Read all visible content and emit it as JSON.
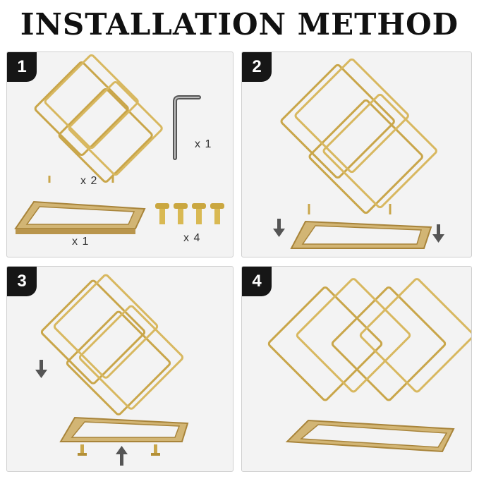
{
  "title": "INSTALLATION METHOD",
  "colors": {
    "gold": "#c9a64a",
    "gold_light": "#e6cc7e",
    "badge": "#161616",
    "panel": "#f3f3f3"
  },
  "steps": [
    {
      "number": "1",
      "labels": {
        "frames_qty": "x 2",
        "wrench_qty": "x 1",
        "base_qty": "x 1",
        "screws_qty": "x 4"
      }
    },
    {
      "number": "2"
    },
    {
      "number": "3"
    },
    {
      "number": "4"
    }
  ],
  "icons": [
    "hex-key-icon",
    "screw-icon",
    "arrow-down-icon",
    "arrow-up-icon"
  ]
}
